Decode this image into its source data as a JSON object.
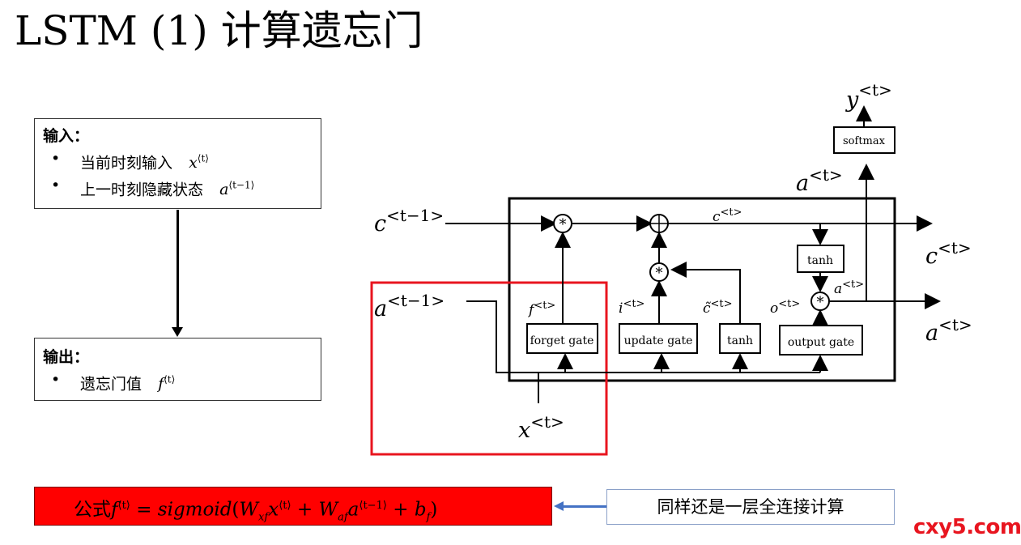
{
  "title": "LSTM (1) 计算遗忘门",
  "input_box": {
    "heading": "输入：",
    "items": [
      {
        "text": "当前时刻输入",
        "math": "x",
        "sup": "⟨t⟩"
      },
      {
        "text": "上一时刻隐藏状态",
        "math": "a",
        "sup": "⟨t−1⟩"
      }
    ]
  },
  "output_box": {
    "heading": "输出：",
    "items": [
      {
        "text": "遗忘门值",
        "math": "f",
        "sup": "⟨t⟩"
      }
    ]
  },
  "formula": {
    "prefix": "公式",
    "lhs": "f",
    "lhs_sup": "⟨t⟩",
    "eq": " = ",
    "fn": "sigmoid",
    "open": "(",
    "w1": "W",
    "w1_sub": "xf",
    "x": "x",
    "x_sup": "⟨t⟩",
    "plus1": " + ",
    "w2": "W",
    "w2_sub": "af",
    "a": "a",
    "a_sup": "⟨t−1⟩",
    "plus2": " + ",
    "b": "b",
    "b_sub": "f",
    "close": ")"
  },
  "note": "同样还是一层全连接计算",
  "watermark": "cxy5.com",
  "colors": {
    "formula_bg": "#ff0000",
    "highlight_box": "#e8151f",
    "arrow": "#4472c4"
  },
  "diagram": {
    "gates": {
      "forget": "forget gate",
      "update": "update gate",
      "tanh1": "tanh",
      "output": "output gate",
      "tanh2": "tanh",
      "softmax": "softmax"
    },
    "ops": {
      "mul": "*",
      "add": "+"
    },
    "labels": {
      "c_prev": "c",
      "c_prev_sup": "<t−1>",
      "a_prev": "a",
      "a_prev_sup": "<t−1>",
      "x_t": "x",
      "x_t_sup": "<t>",
      "c_t_inner": "c",
      "c_t_inner_sup": "<t>",
      "c_t_out": "c",
      "c_t_out_sup": "<t>",
      "a_t_out": "a",
      "a_t_out_sup": "<t>",
      "a_t_up": "a",
      "a_t_up_sup": "<t>",
      "a_t_inner": "a",
      "a_t_inner_sup": "<t>",
      "y_t": "y",
      "y_t_sup": "<t>",
      "f_t": "f",
      "f_t_sup": "<t>",
      "i_t": "i",
      "i_t_sup": "<t>",
      "ctilde_t": "c̃",
      "ctilde_t_sup": "<t>",
      "o_t": "o",
      "o_t_sup": "<t>"
    }
  }
}
